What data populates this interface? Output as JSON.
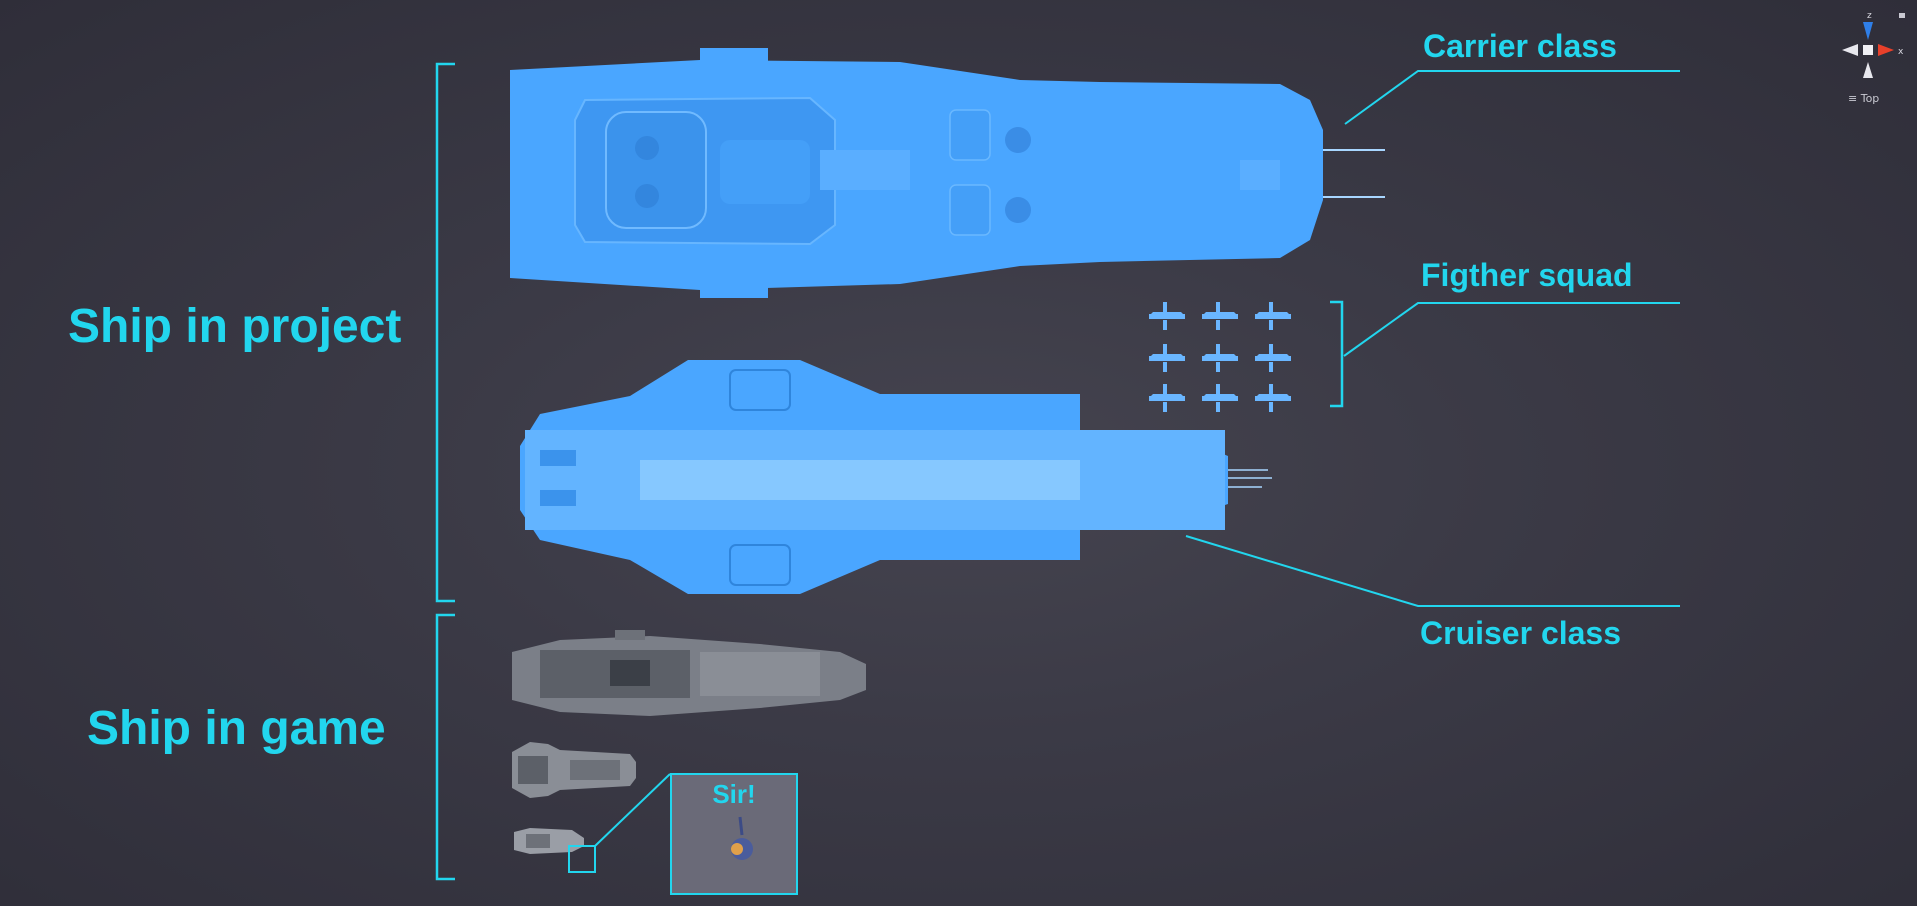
{
  "labels": {
    "ship_in_project": "Ship in project",
    "ship_in_game": "Ship in game",
    "carrier_class": "Carrier class",
    "fighter_squad": "Figther squad",
    "cruiser_class": "Cruiser class",
    "sir": "Sir!"
  },
  "gizmo": {
    "z_axis": "z",
    "x_axis": "x",
    "view_name": "Top"
  },
  "colors": {
    "accent": "#22d6ee",
    "ship_blue": "#4aa6ff",
    "ship_blue_light": "#7cc2ff",
    "background": "#3b3a46"
  }
}
